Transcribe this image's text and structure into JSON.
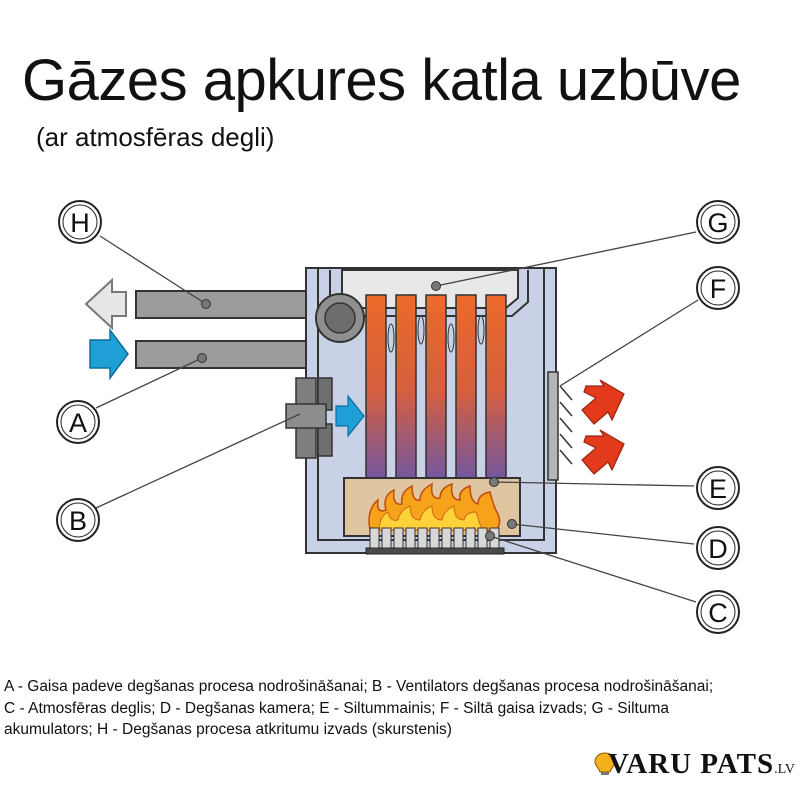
{
  "title": "Gāzes apkures katla uzbūve",
  "subtitle": "(ar atmosfēras degli)",
  "labels": {
    "A": "A",
    "B": "B",
    "C": "C",
    "D": "D",
    "E": "E",
    "F": "F",
    "G": "G",
    "H": "H"
  },
  "legend": {
    "line1": "A - Gaisa padeve degšanas procesa nodrošināšanai;   B - Ventilators degšanas procesa nodrošināšanai;",
    "line2": "C - Atmosfēras deglis;   D - Degšanas kamera;   E - Siltummainis;   F - Siltā gaisa izvads;   G - Siltuma",
    "line3": "akumulators;   H - Degšanas procesa atkritumu izvads (skurstenis)"
  },
  "logo": {
    "text": "VARU PATS",
    "suffix": ".LV"
  },
  "colors": {
    "boiler_body": "#c9d1e6",
    "outline": "#3a3a3a",
    "pipe": "#9a9a9a",
    "chamber": "#dfc6a0",
    "tube_hot": "#e8622a",
    "tube_cool": "#6f5aa8",
    "arrow_cold": "#1f9fd6",
    "arrow_exhaust": "#e3e3e3",
    "arrow_warm": "#e23a1a",
    "flame": "#f7a21b",
    "heat_panel": "#b5b5b5"
  }
}
